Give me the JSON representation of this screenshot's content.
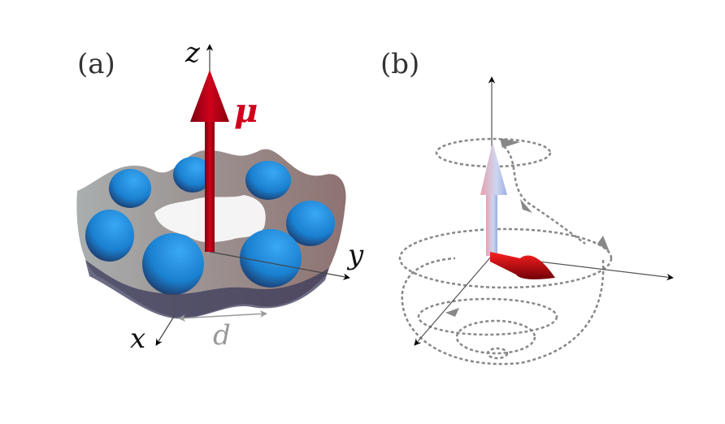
{
  "panel_a": {
    "label": "(a)",
    "axis_z": "z",
    "axis_y": "y",
    "axis_x": "x",
    "vector_label": "μ",
    "spacing_label": "d",
    "colors": {
      "dipole": "#d0021b",
      "peaks": "#1e8fe0",
      "surface": "#8a7a80",
      "spacing": "#999999"
    }
  },
  "panel_b": {
    "label": "(b)",
    "colors": {
      "vertical_vector": "#c9d4ee",
      "tilted_vector": "#e00010",
      "trajectory": "#888888"
    }
  }
}
